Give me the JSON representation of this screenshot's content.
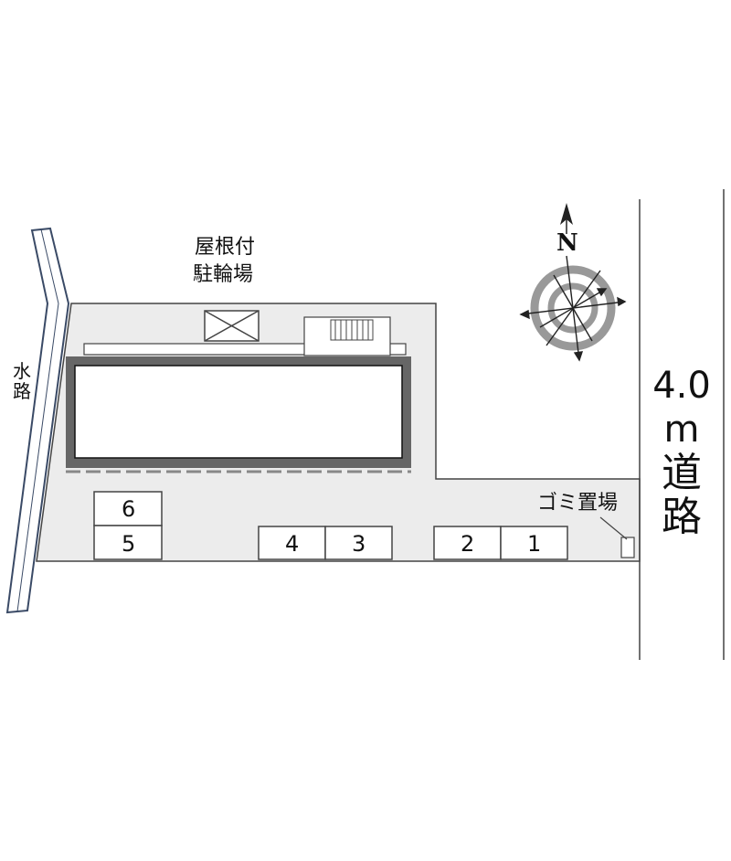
{
  "canal": {
    "label_chars": [
      "水",
      "路"
    ]
  },
  "road": {
    "label_chars": [
      "4.0",
      "m",
      "道",
      "路"
    ]
  },
  "bicycle_parking": {
    "line1": "屋根付",
    "line2": "駐輪場"
  },
  "garbage": {
    "label": "ゴミ置場"
  },
  "compass": {
    "north_label": "N",
    "icon": "compass-rose-icon"
  },
  "parking_spaces": [
    "1",
    "2",
    "3",
    "4",
    "5",
    "6"
  ],
  "colors": {
    "lot": "#ececec",
    "building_border": "#666666",
    "lines": "#444444",
    "canal_stroke": "#3a4a66"
  }
}
